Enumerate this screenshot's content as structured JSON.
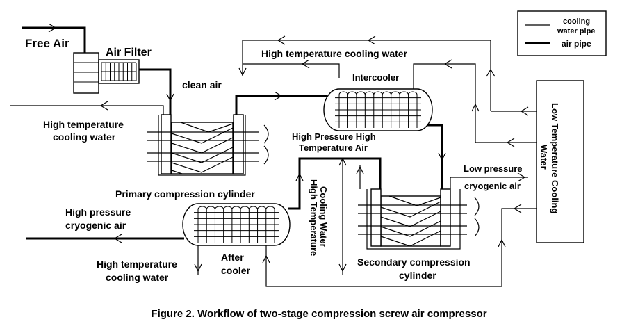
{
  "labels": {
    "free_air": "Free Air",
    "air_filter": "Air Filter",
    "clean_air": "clean air",
    "htcw_top": "High temperature cooling water",
    "intercooler": "Intercooler",
    "htcw_left_1": "High temperature",
    "htcw_left_2": "cooling water",
    "hpht_air_1": "High Pressure High",
    "hpht_air_2": "Temperature Air",
    "primary_cyl": "Primary compression cylinder",
    "hp_cryo_1": "High pressure",
    "hp_cryo_2": "cryogenic air",
    "htcw_vert_1": "High Temperature",
    "htcw_vert_2": "Cooling Water",
    "after_cooler_1": "After",
    "after_cooler_2": "cooler",
    "htcw_bottom_1": "High temperature",
    "htcw_bottom_2": "cooling water",
    "lp_cryo_1": "Low pressure",
    "lp_cryo_2": "cryogenic air",
    "secondary_cyl_1": "Secondary compression",
    "secondary_cyl_2": "cylinder",
    "ltcw_1": "Low Temperature Cooling",
    "ltcw_2": "Water"
  },
  "legend": {
    "cooling_1": "cooling",
    "cooling_2": "water pipe",
    "air": "air pipe"
  },
  "caption": "Figure 2. Workflow of two-stage compression screw air compressor"
}
